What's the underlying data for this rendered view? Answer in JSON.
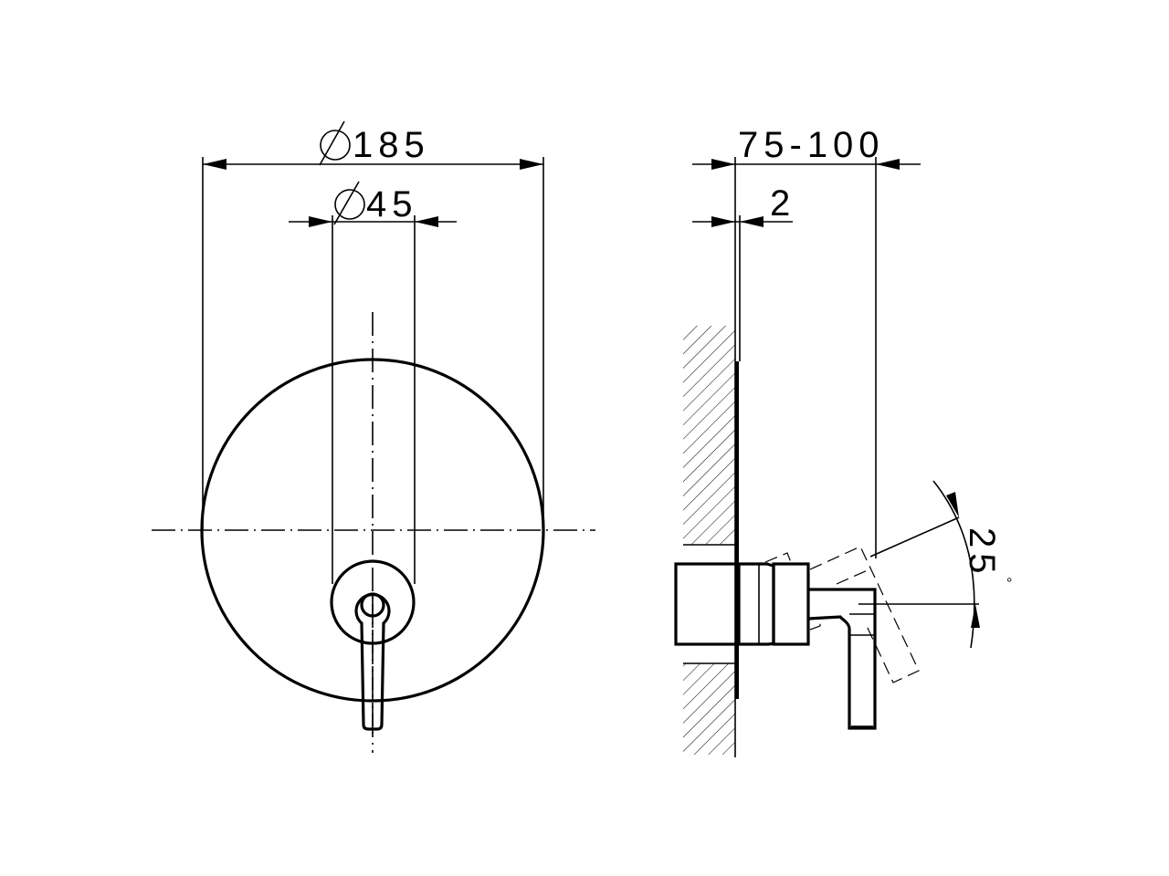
{
  "drawing": {
    "front_view": {
      "overall_diameter_label": "185",
      "handle_rosette_diameter_label": "45",
      "diameter_symbol": "diameter-symbol"
    },
    "side_view": {
      "projection_label": "75-100",
      "plate_thickness_label": "2",
      "lever_angle_label": "25",
      "degree_symbol": "°"
    },
    "colors": {
      "line": "#000000",
      "background": "#ffffff"
    }
  }
}
